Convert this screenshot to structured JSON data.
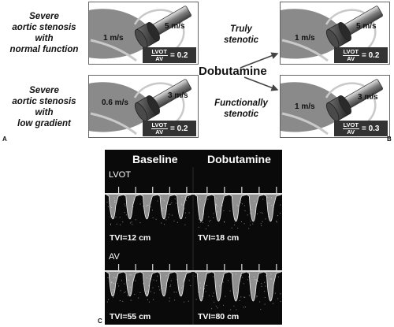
{
  "panel_a": {
    "tag": "A",
    "top": {
      "label_lines": [
        "Severe",
        "aortic stenosis",
        "with",
        "normal function"
      ],
      "lvot_velocity": "1 m/s",
      "av_velocity": "5 m/s",
      "ratio_num": "LVOT",
      "ratio_den": "AV",
      "ratio_value": "= 0.2"
    },
    "bottom": {
      "label_lines": [
        "Severe",
        "aortic stenosis",
        "with",
        "low gradient"
      ],
      "lvot_velocity": "0.6 m/s",
      "av_velocity": "3 m/s",
      "ratio_num": "LVOT",
      "ratio_den": "AV",
      "ratio_value": "= 0.2"
    }
  },
  "middle": {
    "dobutamine": "Dobutamine",
    "top_label_lines": [
      "Truly",
      "stenotic"
    ],
    "bottom_label_lines": [
      "Functionally",
      "stenotic"
    ]
  },
  "panel_b": {
    "tag": "B",
    "top": {
      "lvot_velocity": "1 m/s",
      "av_velocity": "5 m/s",
      "ratio_num": "LVOT",
      "ratio_den": "AV",
      "ratio_value": "= 0.2"
    },
    "bottom": {
      "lvot_velocity": "1 m/s",
      "av_velocity": "3 m/s",
      "ratio_num": "LVOT",
      "ratio_den": "AV",
      "ratio_value": "= 0.3"
    }
  },
  "panel_c": {
    "tag": "C",
    "col_baseline": "Baseline",
    "col_dobutamine": "Dobutamine",
    "row_lvot": "LVOT",
    "row_av": "AV",
    "tvi_lvot_baseline": "TVI=12 cm",
    "tvi_lvot_dobutamine": "TVI=18 cm",
    "tvi_av_baseline": "TVI=55 cm",
    "tvi_av_dobutamine": "TVI=80 cm"
  },
  "colors": {
    "heart_gray": "#8a8a8a",
    "ring_gray": "#c8c8c8",
    "dark_box": "#333333",
    "echo_bg": "#0a0a0a"
  }
}
